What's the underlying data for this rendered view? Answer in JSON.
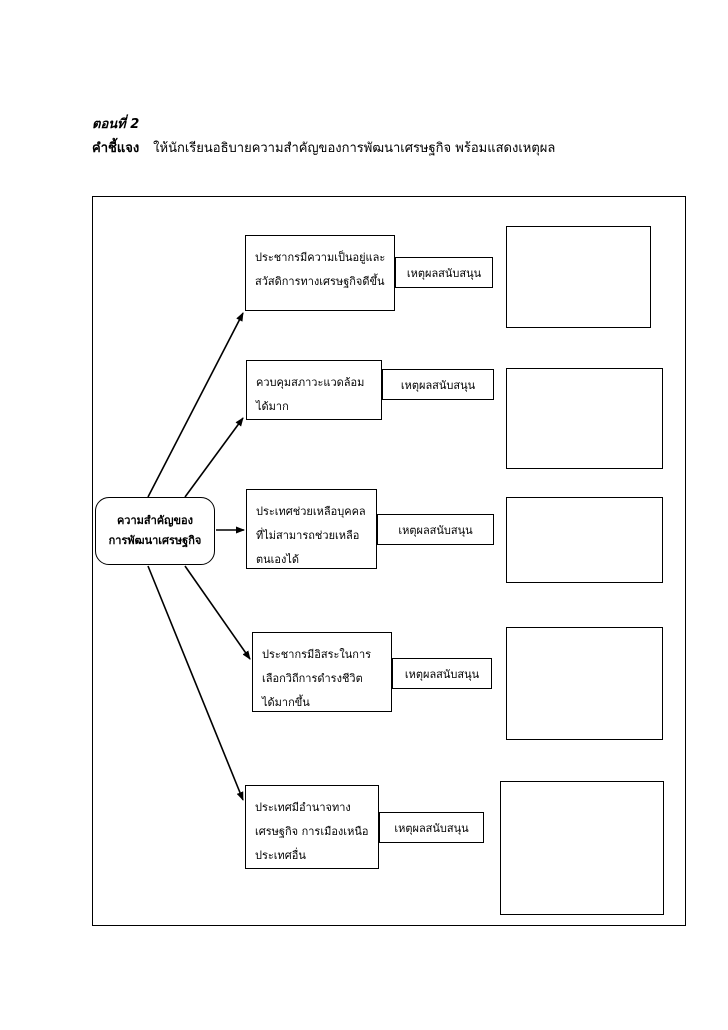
{
  "header": {
    "section_label": "ตอนที่ 2",
    "instruction_label": "คำชี้แจง",
    "instruction_text": "ให้นักเรียนอธิบายความสำคัญของการพัฒนาเศรษฐกิจ พร้อมแสดงเหตุผล"
  },
  "diagram": {
    "central_node": {
      "line1": "ความสำคัญของ",
      "line2": "การพัฒนาเศรษฐกิจ"
    },
    "reason_label": "เหตุผลสนับสนุน",
    "branches": [
      {
        "id": 1,
        "lines": [
          "ประชากรมีความเป็นอยู่และ",
          "สวัสดิการทางเศรษฐกิจดีขึ้น"
        ],
        "reason_label": "เหตุผลสนับสนุน",
        "answer_value": ""
      },
      {
        "id": 2,
        "lines": [
          "ควบคุมสภาวะแวดล้อม",
          "ได้มาก"
        ],
        "reason_label": "เหตุผลสนับสนุน",
        "answer_value": ""
      },
      {
        "id": 3,
        "lines": [
          "ประเทศช่วยเหลือบุคคล",
          "ที่ไม่สามารถช่วยเหลือ",
          "ตนเองได้"
        ],
        "reason_label": "เหตุผลสนับสนุน",
        "answer_value": ""
      },
      {
        "id": 4,
        "lines": [
          "ประชากรมีอิสระในการ",
          "เลือกวิถีการดำรงชีวิต",
          "ได้มากขึ้น"
        ],
        "reason_label": "เหตุผลสนับสนุน",
        "answer_value": ""
      },
      {
        "id": 5,
        "lines": [
          "ประเทศมีอำนาจทาง",
          "เศรษฐกิจ การเมืองเหนือ",
          "ประเทศอื่น"
        ],
        "reason_label": "เหตุผลสนับสนุน",
        "answer_value": ""
      }
    ]
  },
  "colors": {
    "ink": "#000000",
    "paper": "#ffffff"
  }
}
